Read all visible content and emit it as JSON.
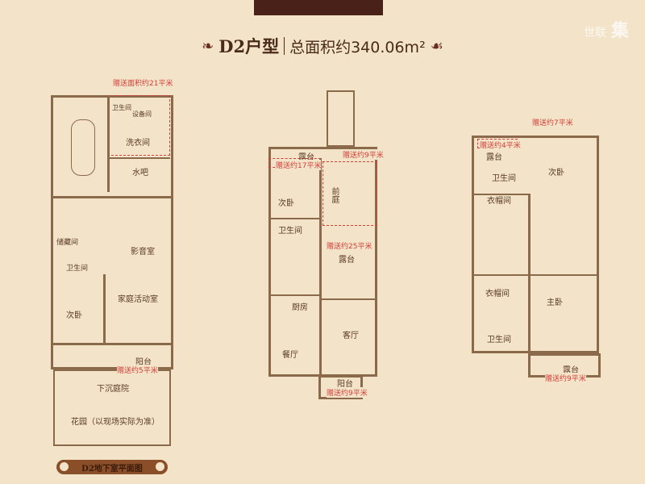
{
  "header": {
    "model": "D2户型",
    "area": "总面积约340.06m²",
    "ornament_left": "❧",
    "ornament_right": "☙"
  },
  "watermark": {
    "text": "世联",
    "mark": "集"
  },
  "basement": {
    "gift_top": "赠送面积约21平米",
    "toilet_small": "卫生间",
    "equipment": "设备间",
    "laundry": "洗衣间",
    "bar": "水吧",
    "storage": "储藏间",
    "toilet": "卫生间",
    "theater": "影音室",
    "family_room": "家庭活动室",
    "bedroom": "次卧",
    "balcony": "阳台",
    "gift_balcony": "赠送约5平米",
    "sunken_court": "下沉庭院",
    "garden": "花园（以现场实际为准）",
    "caption": "D2地下室平面图"
  },
  "ground": {
    "terrace": "露台",
    "gift_17": "赠送约17平米",
    "gift_9a": "赠送约9平米",
    "bedroom": "次卧",
    "front_court": "前庭",
    "toilet": "卫生间",
    "gift_25": "赠送约25平米",
    "terrace2": "露台",
    "kitchen": "厨房",
    "living": "客厅",
    "dining": "餐厅",
    "balcony": "阳台",
    "gift_9b": "赠送约9平米"
  },
  "upper": {
    "gift_7": "赠送约7平米",
    "gift_4": "赠送约4平米",
    "terrace": "露台",
    "bedroom": "次卧",
    "toilet": "卫生间",
    "closet": "衣帽间",
    "closet2": "衣帽间",
    "master": "主卧",
    "toilet2": "卫生间",
    "terrace2": "露台",
    "gift_9": "赠送约9平米"
  }
}
